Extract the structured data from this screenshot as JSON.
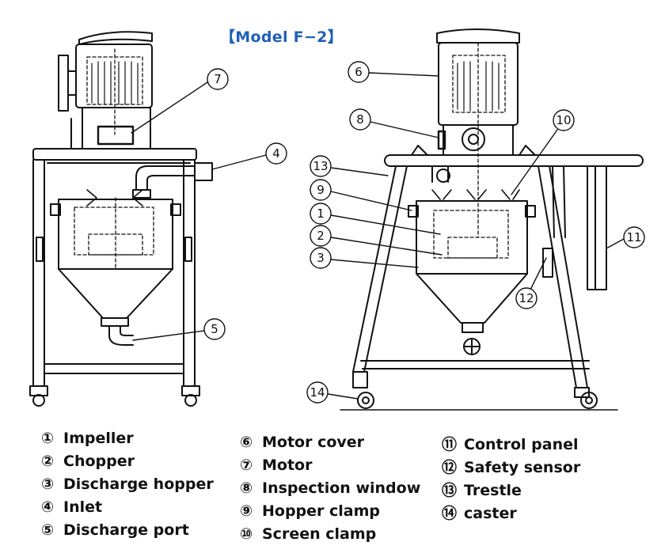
{
  "title": "【Model F−2】",
  "legend": [
    {
      "num": "①",
      "label": "Impeller"
    },
    {
      "num": "②",
      "label": "Chopper"
    },
    {
      "num": "③",
      "label": "Discharge hopper"
    },
    {
      "num": "④",
      "label": "Inlet"
    },
    {
      "num": "⑤",
      "label": "Discharge port"
    },
    {
      "num": "⑥",
      "label": "Motor cover"
    },
    {
      "num": "⑦",
      "label": "Motor"
    },
    {
      "num": "⑧",
      "label": "Inspection window"
    },
    {
      "num": "⑨",
      "label": "Hopper clamp"
    },
    {
      "num": "⑩",
      "label": "Screen clamp"
    },
    {
      "num": "⑪",
      "label": "Control panel"
    },
    {
      "num": "⑫",
      "label": "Safety sensor"
    },
    {
      "num": "⑬",
      "label": "Trestle"
    },
    {
      "num": "⑭",
      "label": "caster"
    }
  ],
  "callouts": {
    "c1": "1",
    "c2": "2",
    "c3": "3",
    "c4": "4",
    "c5": "5",
    "c6": "6",
    "c7": "7",
    "c8": "8",
    "c9": "9",
    "c10": "10",
    "c11": "11",
    "c12": "12",
    "c13": "13",
    "c14": "14"
  }
}
